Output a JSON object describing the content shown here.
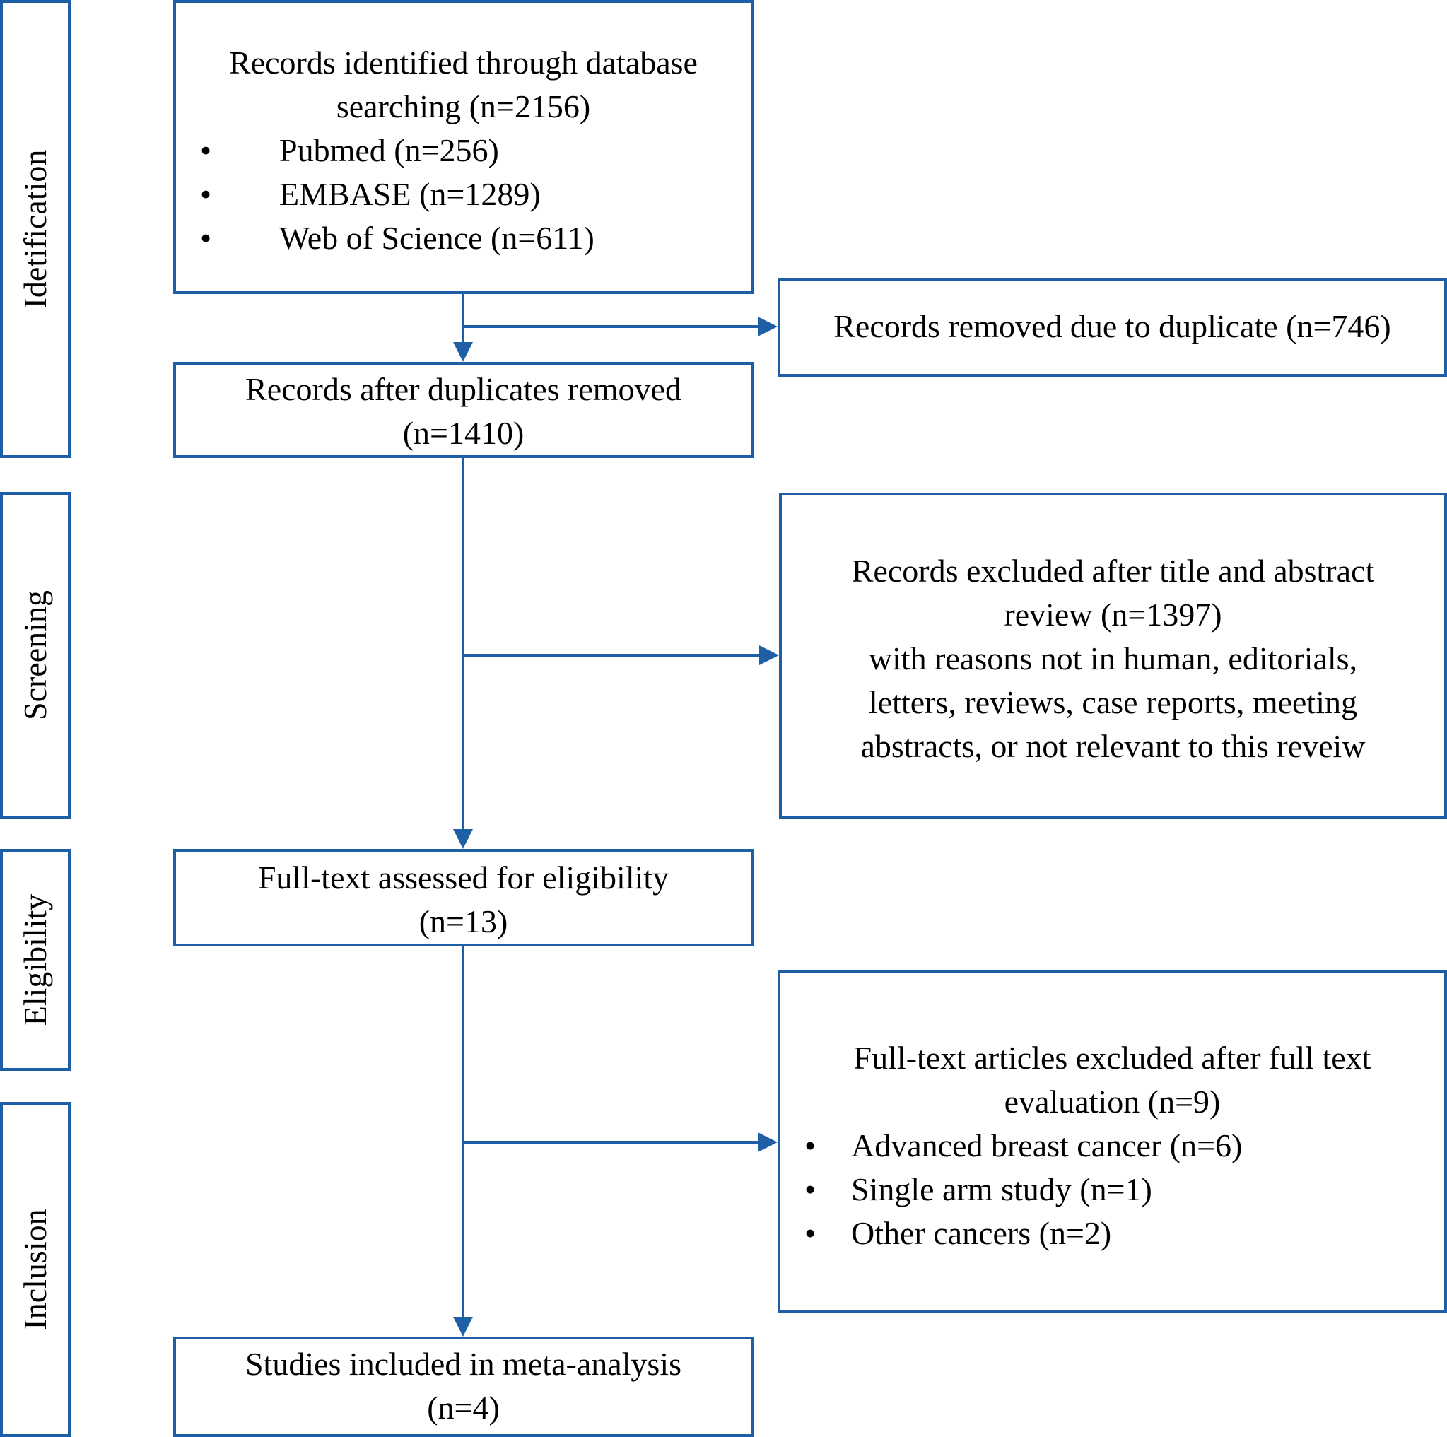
{
  "stages": {
    "identification": "Idetification",
    "screening": "Screening",
    "eligibility": "Eligibility",
    "inclusion": "Inclusion"
  },
  "boxes": {
    "identified": {
      "line1": "Records identified through database",
      "line2": "searching (n=2156)",
      "sources": [
        {
          "bullet": "•",
          "text": "Pubmed (n=256)"
        },
        {
          "bullet": "•",
          "text": "EMBASE (n=1289)"
        },
        {
          "bullet": "•",
          "text": "Web of Science (n=611)"
        }
      ]
    },
    "duplicates_removed": {
      "text": "Records removed due to duplicate (n=746)"
    },
    "after_duplicates": {
      "line1": "Records after duplicates removed",
      "line2": "(n=1410)"
    },
    "excluded_title_abstract": {
      "lines": [
        "Records excluded after title and abstract",
        "review (n=1397)",
        "with reasons not in human, editorials,",
        "letters, reviews, case reports, meeting",
        "abstracts, or not relevant to this reveiw"
      ]
    },
    "fulltext_assessed": {
      "line1": "Full-text assessed for eligibility",
      "line2": "(n=13)"
    },
    "fulltext_excluded": {
      "line1": "Full-text articles excluded after full text",
      "line2": "evaluation  (n=9)",
      "reasons": [
        {
          "bullet": "•",
          "text": "Advanced breast cancer (n=6)"
        },
        {
          "bullet": "•",
          "text": "Single arm study (n=1)"
        },
        {
          "bullet": "•",
          "text": "Other cancers (n=2)"
        }
      ]
    },
    "included": {
      "line1": "Studies included in  meta-analysis",
      "line2": "(n=4)"
    }
  },
  "colors": {
    "border": "#1f5fa6",
    "arrow": "#1f5fa6",
    "text": "#000000"
  }
}
